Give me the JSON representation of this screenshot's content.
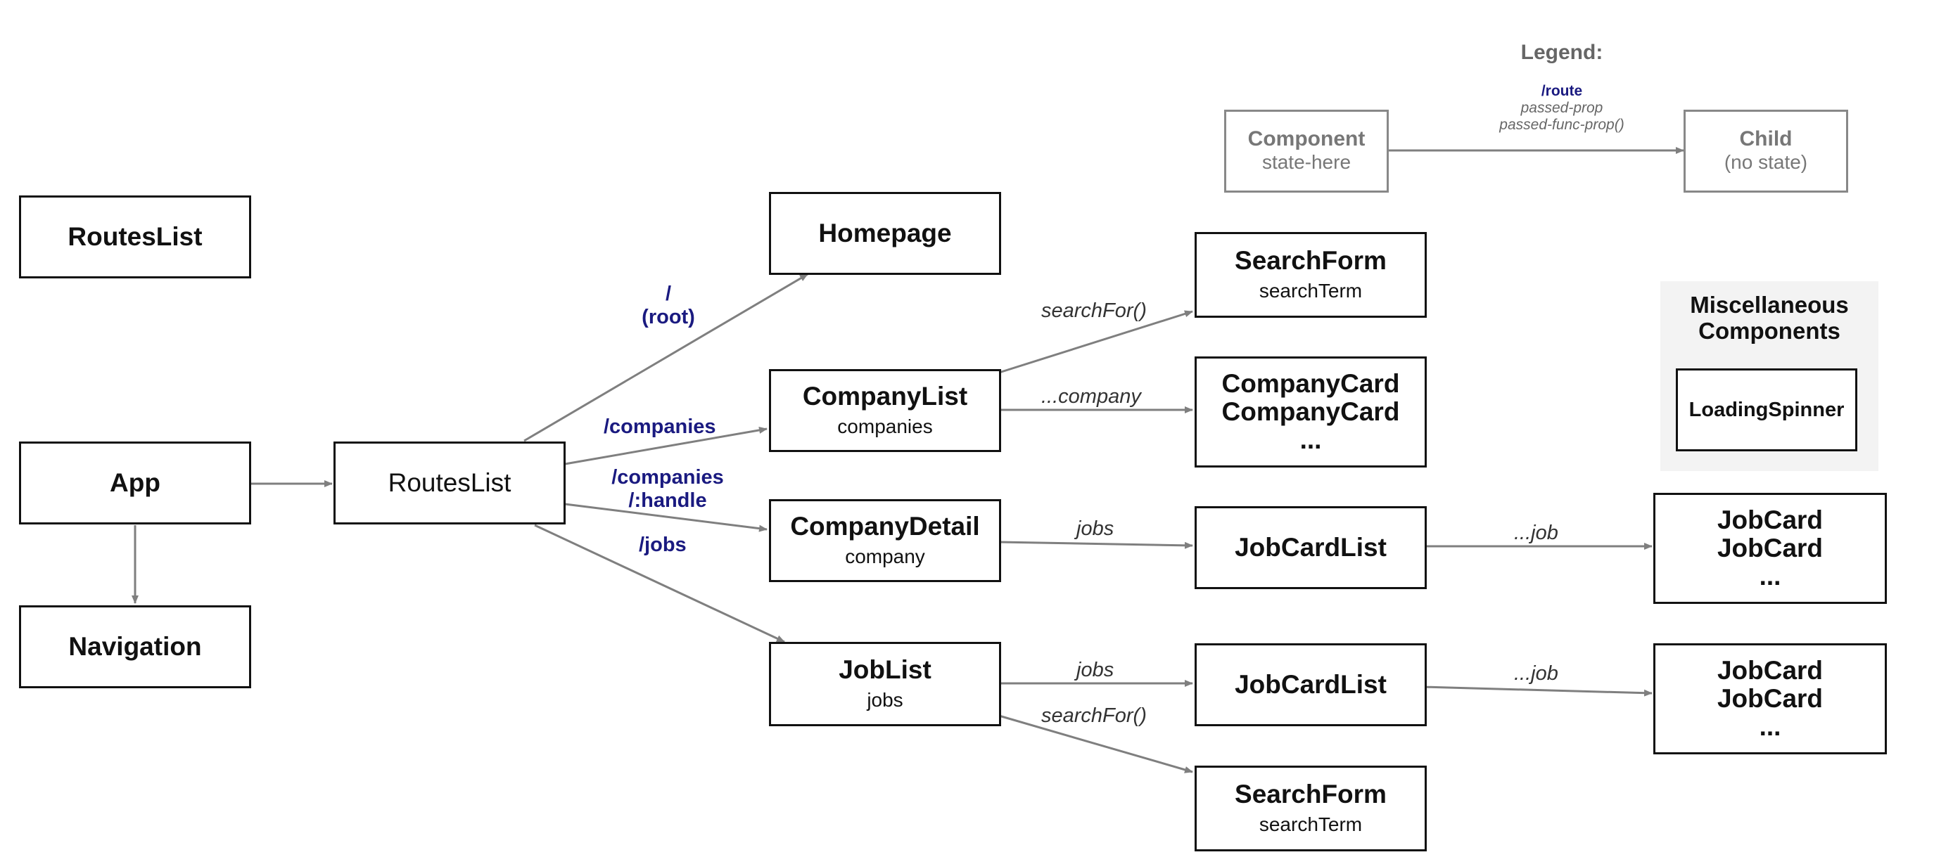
{
  "legend": {
    "title": "Legend:",
    "route": "/route",
    "passed_prop": "passed-prop",
    "passed_func_prop": "passed-func-prop()",
    "component_title": "Component",
    "component_state": "state-here",
    "child_title": "Child",
    "child_state": "(no state)"
  },
  "misc": {
    "title_line1": "Miscellaneous",
    "title_line2": "Components",
    "spinner": "LoadingSpinner"
  },
  "nodes": {
    "routeslist_top": "RoutesList",
    "app": "App",
    "navigation": "Navigation",
    "routeslist": "RoutesList",
    "homepage": "Homepage",
    "companylist": {
      "title": "CompanyList",
      "state": "companies"
    },
    "companydetail": {
      "title": "CompanyDetail",
      "state": "company"
    },
    "joblist": {
      "title": "JobList",
      "state": "jobs"
    },
    "searchform_top": {
      "title": "SearchForm",
      "state": "searchTerm"
    },
    "companycards": {
      "line1": "CompanyCard",
      "line2": "CompanyCard",
      "line3": "..."
    },
    "jobcardlist_1": "JobCardList",
    "jobcardlist_2": "JobCardList",
    "searchform_bottom": {
      "title": "SearchForm",
      "state": "searchTerm"
    },
    "jobcards_1": {
      "line1": "JobCard",
      "line2": "JobCard",
      "line3": "..."
    },
    "jobcards_2": {
      "line1": "JobCard",
      "line2": "JobCard",
      "line3": "..."
    }
  },
  "routes": {
    "root_line1": "/",
    "root_line2": "(root)",
    "companies": "/companies",
    "company_handle_line1": "/companies",
    "company_handle_line2": "/:handle",
    "jobs": "/jobs"
  },
  "props": {
    "searchfor_top": "searchFor()",
    "company": "...company",
    "jobs_detail": "jobs",
    "job_1": "...job",
    "jobs_list": "jobs",
    "searchfor_bottom": "searchFor()",
    "job_2": "...job"
  },
  "colors": {
    "arrow": "#7f7f7f",
    "route_text": "#1a1a80",
    "legend_grey": "#888888",
    "misc_panel": "#f3f3f3"
  }
}
